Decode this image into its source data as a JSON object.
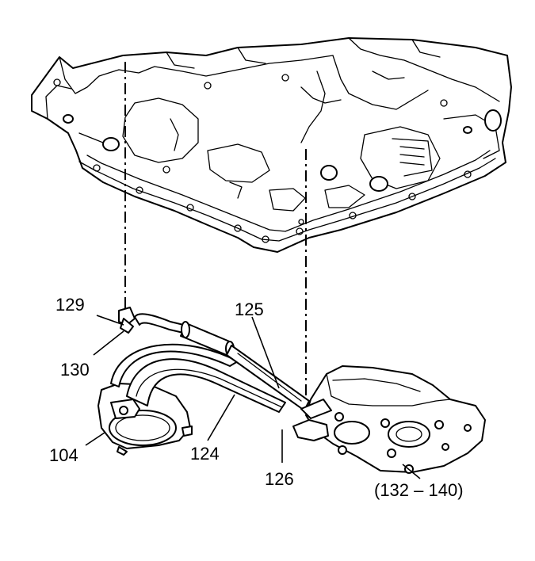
{
  "callouts": {
    "c129": "129",
    "c130": "130",
    "c125": "125",
    "c104": "104",
    "c124": "124",
    "c126": "126",
    "c132_140": "(132 – 140)"
  }
}
